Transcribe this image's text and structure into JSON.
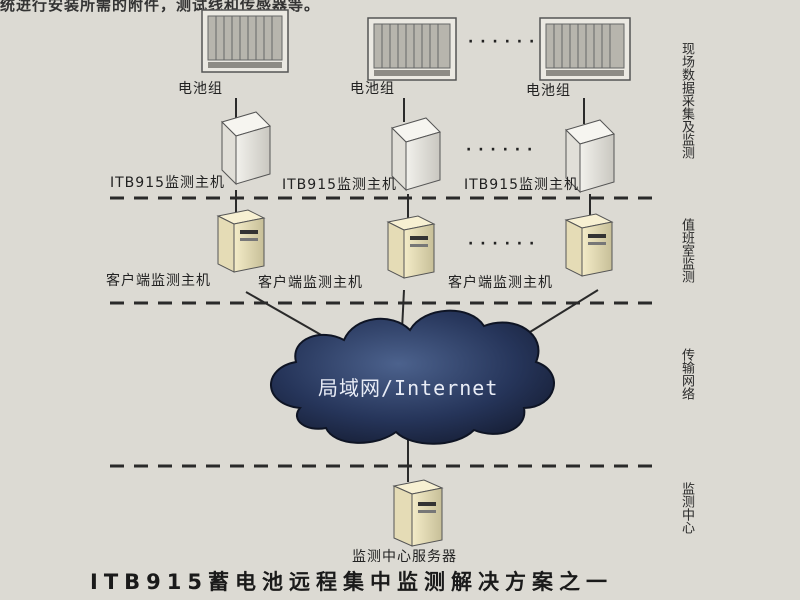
{
  "top_text": "统进行安装所需的附件，测试线和传感器等。",
  "caption": "ITB915蓄电池远程集中监测解决方案之一",
  "battery_label": "电池组",
  "host_label": "ITB915监测主机",
  "client_label": "客户端监测主机",
  "cloud_label": "局域网/Internet",
  "server_label": "监测中心服务器",
  "ellipsis": "· · · · · ·",
  "zones": {
    "site": "现场数据采集及监测",
    "duty": "值班室监测",
    "network": "传输网络",
    "center": "监测中心"
  },
  "icons": {
    "battery_rack": "battery-rack-icon",
    "monitor_host": "monitor-host-icon",
    "client_pc": "client-pc-tower-icon",
    "cloud": "network-cloud-icon",
    "server": "server-tower-icon"
  },
  "colors": {
    "background": "#dcdad3",
    "cloud": "#1f2c4a",
    "line": "#2a2a2a"
  }
}
